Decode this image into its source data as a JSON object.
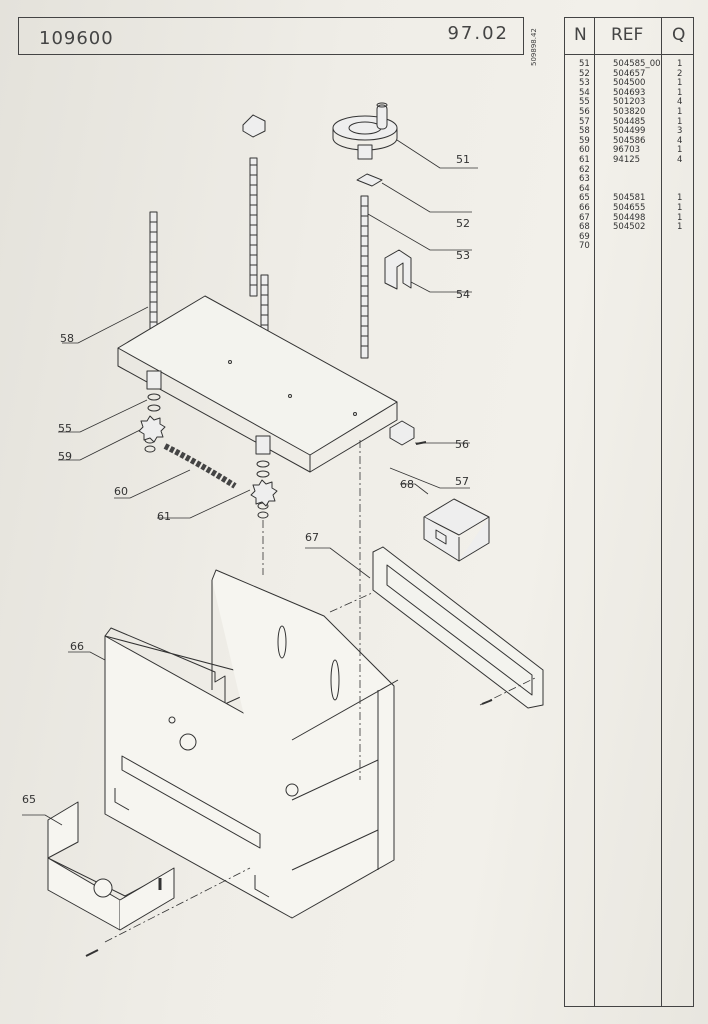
{
  "header": {
    "code": "109600",
    "date": "97.02",
    "side_code": "509898.42"
  },
  "table": {
    "headers": {
      "n": "N",
      "ref": "REF",
      "q": "Q"
    },
    "rows": [
      {
        "n": "51",
        "ref": "504585_00",
        "q": "1"
      },
      {
        "n": "52",
        "ref": "504657",
        "q": "2"
      },
      {
        "n": "53",
        "ref": "504500",
        "q": "1"
      },
      {
        "n": "54",
        "ref": "504693",
        "q": "1"
      },
      {
        "n": "55",
        "ref": "501203",
        "q": "4"
      },
      {
        "n": "56",
        "ref": "503820",
        "q": "1"
      },
      {
        "n": "57",
        "ref": "504485",
        "q": "1"
      },
      {
        "n": "58",
        "ref": "504499",
        "q": "3"
      },
      {
        "n": "59",
        "ref": "504586",
        "q": "4"
      },
      {
        "n": "60",
        "ref": "96703",
        "q": "1"
      },
      {
        "n": "61",
        "ref": "94125",
        "q": "4"
      },
      {
        "n": "62",
        "ref": "",
        "q": ""
      },
      {
        "n": "63",
        "ref": "",
        "q": ""
      },
      {
        "n": "64",
        "ref": "",
        "q": ""
      },
      {
        "n": "65",
        "ref": "504581",
        "q": "1"
      },
      {
        "n": "66",
        "ref": "504655",
        "q": "1"
      },
      {
        "n": "67",
        "ref": "504498",
        "q": "1"
      },
      {
        "n": "68",
        "ref": "504502",
        "q": "1"
      },
      {
        "n": "69",
        "ref": "",
        "q": ""
      },
      {
        "n": "70",
        "ref": "",
        "q": ""
      }
    ]
  },
  "callouts": {
    "c51": "51",
    "c52": "52",
    "c53": "53",
    "c54": "54",
    "c55": "55",
    "c56": "56",
    "c57": "57",
    "c58": "58",
    "c59": "59",
    "c60": "60",
    "c61": "61",
    "c65": "65",
    "c66": "66",
    "c67": "67",
    "c68": "68"
  }
}
